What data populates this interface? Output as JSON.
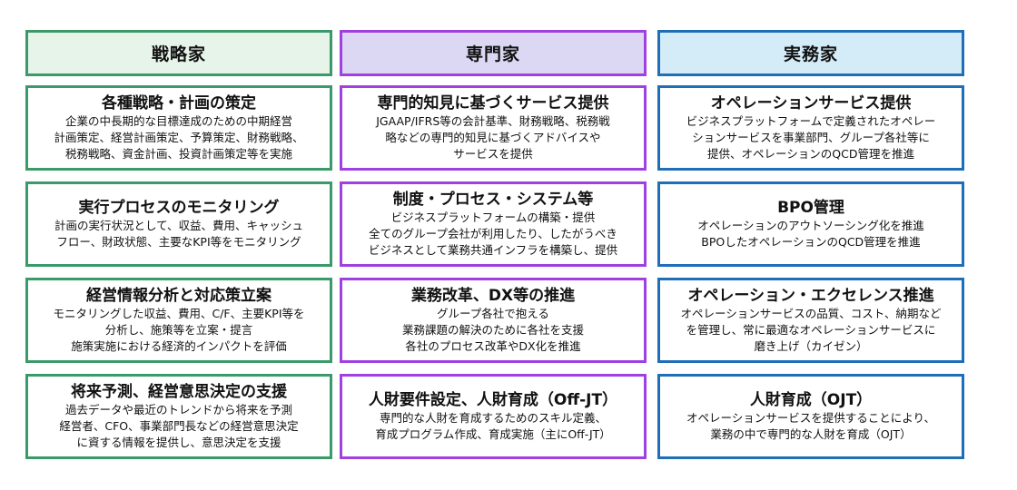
{
  "colors": {
    "strategist_border": "#3a9a6a",
    "strategist_header_bg": "#e6f4ea",
    "specialist_border": "#a040e0",
    "specialist_header_bg": "#dcd8f4",
    "practitioner_border": "#1e6eb8",
    "practitioner_header_bg": "#d4ecf8"
  },
  "columns": [
    {
      "header": "戦略家",
      "cells": [
        {
          "title": "各種戦略・計画の策定",
          "lines": [
            "企業の中長期的な目標達成のための中期経営",
            "計画策定、経営計画策定、予算策定、財務戦略、",
            "税務戦略、資金計画、投資計画策定等を実施"
          ]
        },
        {
          "title": "実行プロセスのモニタリング",
          "lines": [
            "計画の実行状況として、収益、費用、キャッシュ",
            "フロー、財政状態、主要なKPI等をモニタリング"
          ]
        },
        {
          "title": "経営情報分析と対応策立案",
          "lines": [
            "モニタリングした収益、費用、C/F、主要KPI等を",
            "分析し、施策等を立案・提言",
            "施策実施における経済的インパクトを評価"
          ]
        },
        {
          "title": "将来予測、経営意思決定の支援",
          "lines": [
            "過去データや最近のトレンドから将来を予測",
            "経営者、CFO、事業部門長などの経営意思決定",
            "に資する情報を提供し、意思決定を支援"
          ]
        }
      ]
    },
    {
      "header": "専門家",
      "cells": [
        {
          "title": "専門的知見に基づくサービス提供",
          "lines": [
            "JGAAP/IFRS等の会計基準、財務戦略、税務戦",
            "略などの専門的知見に基づくアドバイスや",
            "サービスを提供"
          ]
        },
        {
          "title": "制度・プロセス・システム等",
          "lines": [
            "ビジネスプラットフォームの構築・提供",
            "全てのグループ会社が利用したり、したがうべき",
            "ビジネスとして業務共通インフラを構築し、提供"
          ]
        },
        {
          "title": "業務改革、DX等の推進",
          "lines": [
            "グループ各社で抱える",
            "業務課題の解決のために各社を支援",
            "各社のプロセス改革やDX化を推進"
          ]
        },
        {
          "title": "人財要件設定、人財育成（Off-JT）",
          "lines": [
            "専門的な人財を育成するためのスキル定義、",
            "育成プログラム作成、育成実施（主にOff-JT）"
          ]
        }
      ]
    },
    {
      "header": "実務家",
      "cells": [
        {
          "title": "オペレーションサービス提供",
          "lines": [
            "ビジネスプラットフォームで定義されたオペレー",
            "ションサービスを事業部門、グループ各社等に",
            "提供、オペレーションのQCD管理を推進"
          ]
        },
        {
          "title": "BPO管理",
          "lines": [
            "オペレーションのアウトソーシング化を推進",
            "BPOしたオペレーションのQCD管理を推進"
          ]
        },
        {
          "title": "オペレーション・エクセレンス推進",
          "lines": [
            "オペレーションサービスの品質、コスト、納期など",
            "を管理し、常に最適なオペレーションサービスに",
            "磨き上げ（カイゼン）"
          ]
        },
        {
          "title": "人財育成（OJT）",
          "lines": [
            "オペレーションサービスを提供することにより、",
            "業務の中で専門的な人財を育成（OJT）"
          ]
        }
      ]
    }
  ]
}
